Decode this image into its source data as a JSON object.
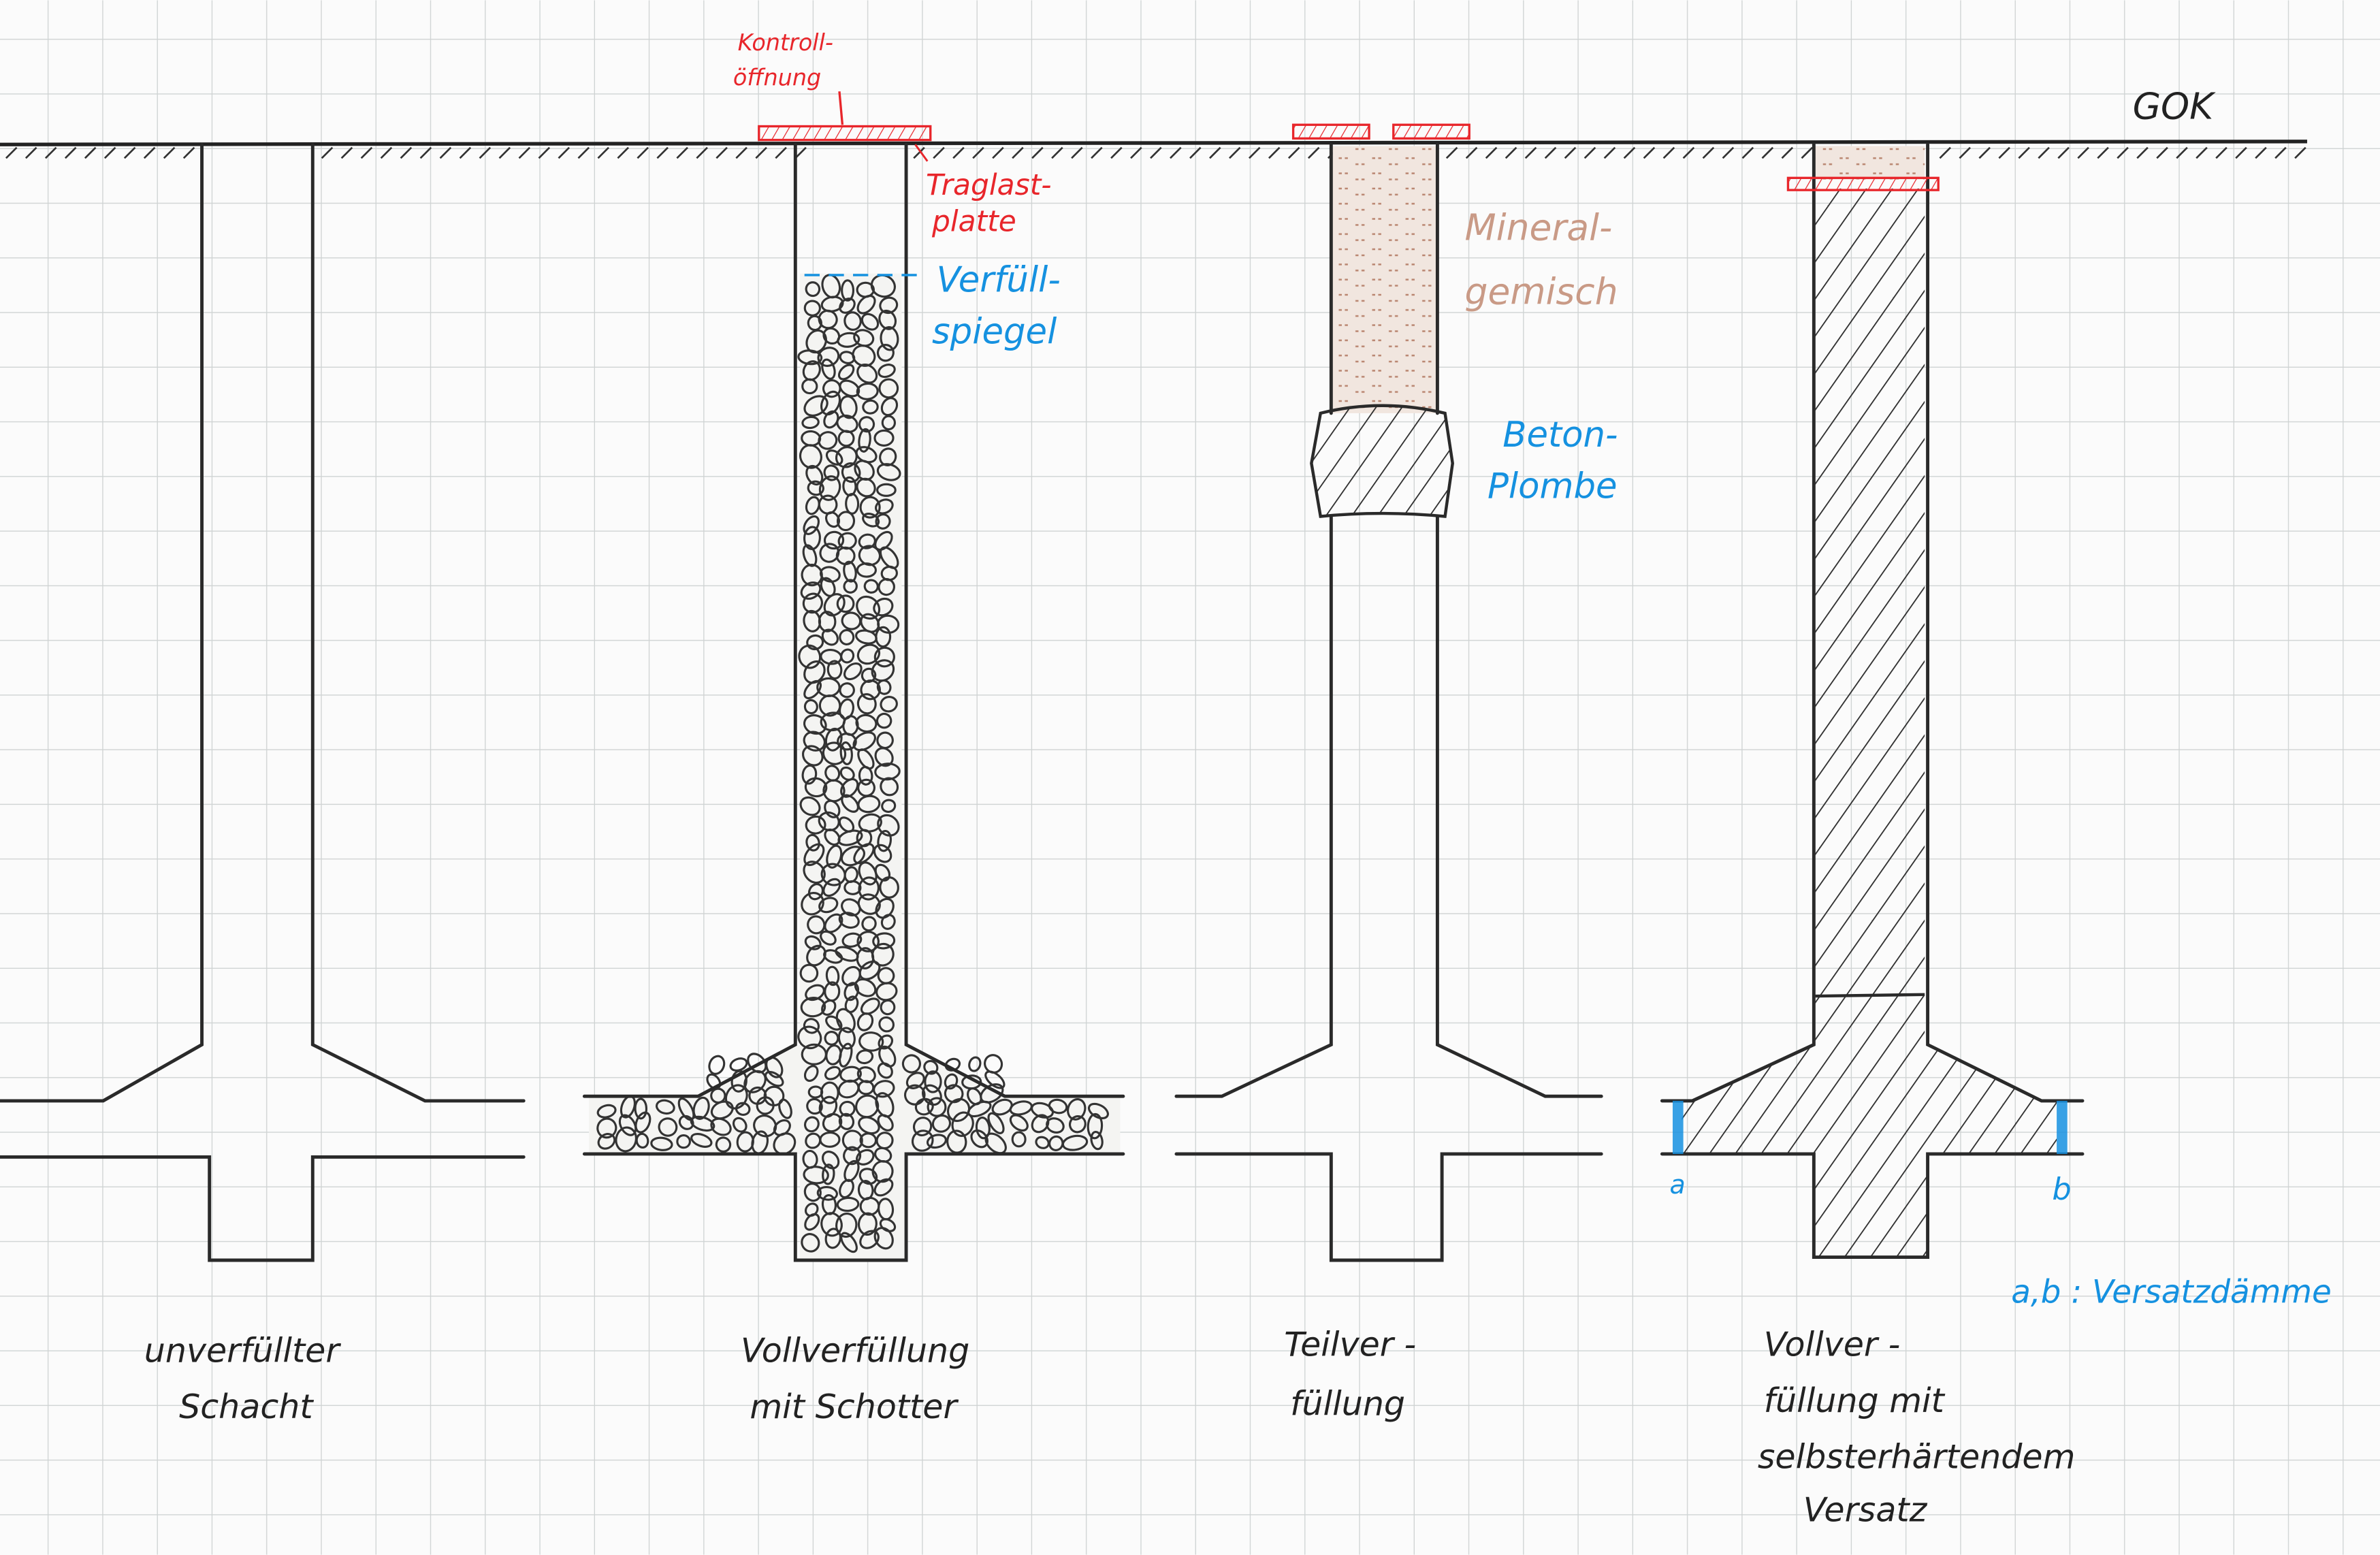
{
  "ground_label": "GOK",
  "colors": {
    "ink": "#2a2a2a",
    "red": "#e8262b",
    "blue": "#1591e0",
    "brown": "#c99a86",
    "grid": "#cfd3d3"
  },
  "annotations": {
    "kontroll_1": "Kontroll-",
    "kontroll_2": "öffnung",
    "traglast_1": "Traglast-",
    "traglast_2": "platte",
    "verfuell_1": "Verfüll-",
    "verfuell_2": "spiegel",
    "mineral_1": "Mineral-",
    "mineral_2": "gemisch",
    "beton_1": "Beton-",
    "beton_2": "Plombe",
    "dam_a": "a",
    "dam_b": "b",
    "legend": "a,b : Versatzdämme"
  },
  "shafts": [
    {
      "caption": [
        "unverfüllter",
        "Schacht"
      ]
    },
    {
      "caption": [
        "Vollverfüllung",
        "mit Schotter"
      ]
    },
    {
      "caption": [
        "Teilver -",
        "füllung"
      ]
    },
    {
      "caption": [
        "Vollver -",
        "füllung mit",
        "selbsterhärtendem",
        "Versatz"
      ]
    }
  ]
}
